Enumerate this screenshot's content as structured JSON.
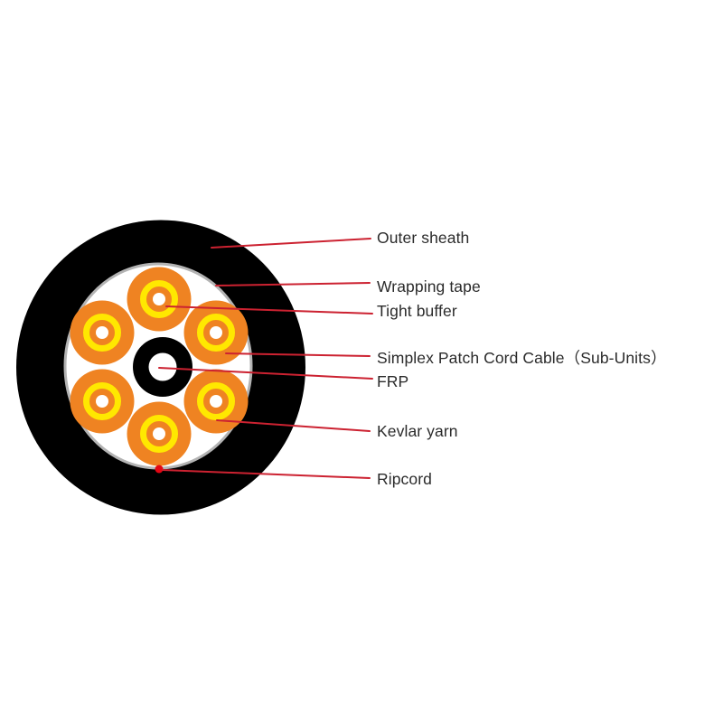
{
  "diagram": {
    "labels": [
      {
        "id": "outer-sheath",
        "text": "Outer sheath"
      },
      {
        "id": "wrapping-tape",
        "text": "Wrapping tape"
      },
      {
        "id": "tight-buffer",
        "text": "Tight buffer"
      },
      {
        "id": "simplex-patch-cord-cable",
        "text": "Simplex Patch Cord Cable（Sub-Units）"
      },
      {
        "id": "frp",
        "text": "FRP"
      },
      {
        "id": "kevlar-yarn",
        "text": "Kevlar yarn"
      },
      {
        "id": "ripcord",
        "text": "Ripcord"
      }
    ],
    "colors": {
      "outer_sheath": "#000000",
      "wrapping_tape": "#b3b3b3",
      "interior": "#ffffff",
      "sub_unit_jacket": "#ef8322",
      "tight_buffer_ring": "#ffe800",
      "fiber_dot": "#ffffff",
      "frp_ring": "#000000",
      "frp_core": "#ffffff",
      "leader_line": "#cc2231",
      "ripcord_dot": "#e30613",
      "label_text": "#2b2b2b",
      "background": "#ffffff"
    }
  }
}
